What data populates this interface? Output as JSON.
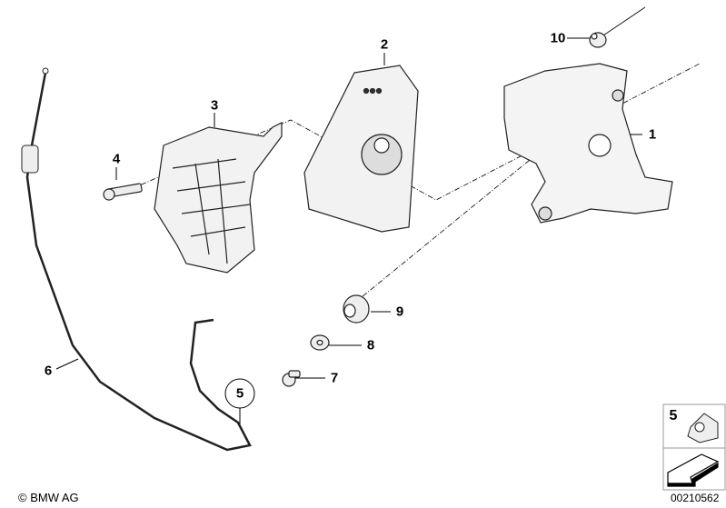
{
  "part_labels": [
    "1",
    "2",
    "3",
    "4",
    "5",
    "6",
    "7",
    "8",
    "9",
    "10"
  ],
  "inset": {
    "label": "5"
  },
  "copyright": "© BMW AG",
  "diagram_code": "00210562"
}
